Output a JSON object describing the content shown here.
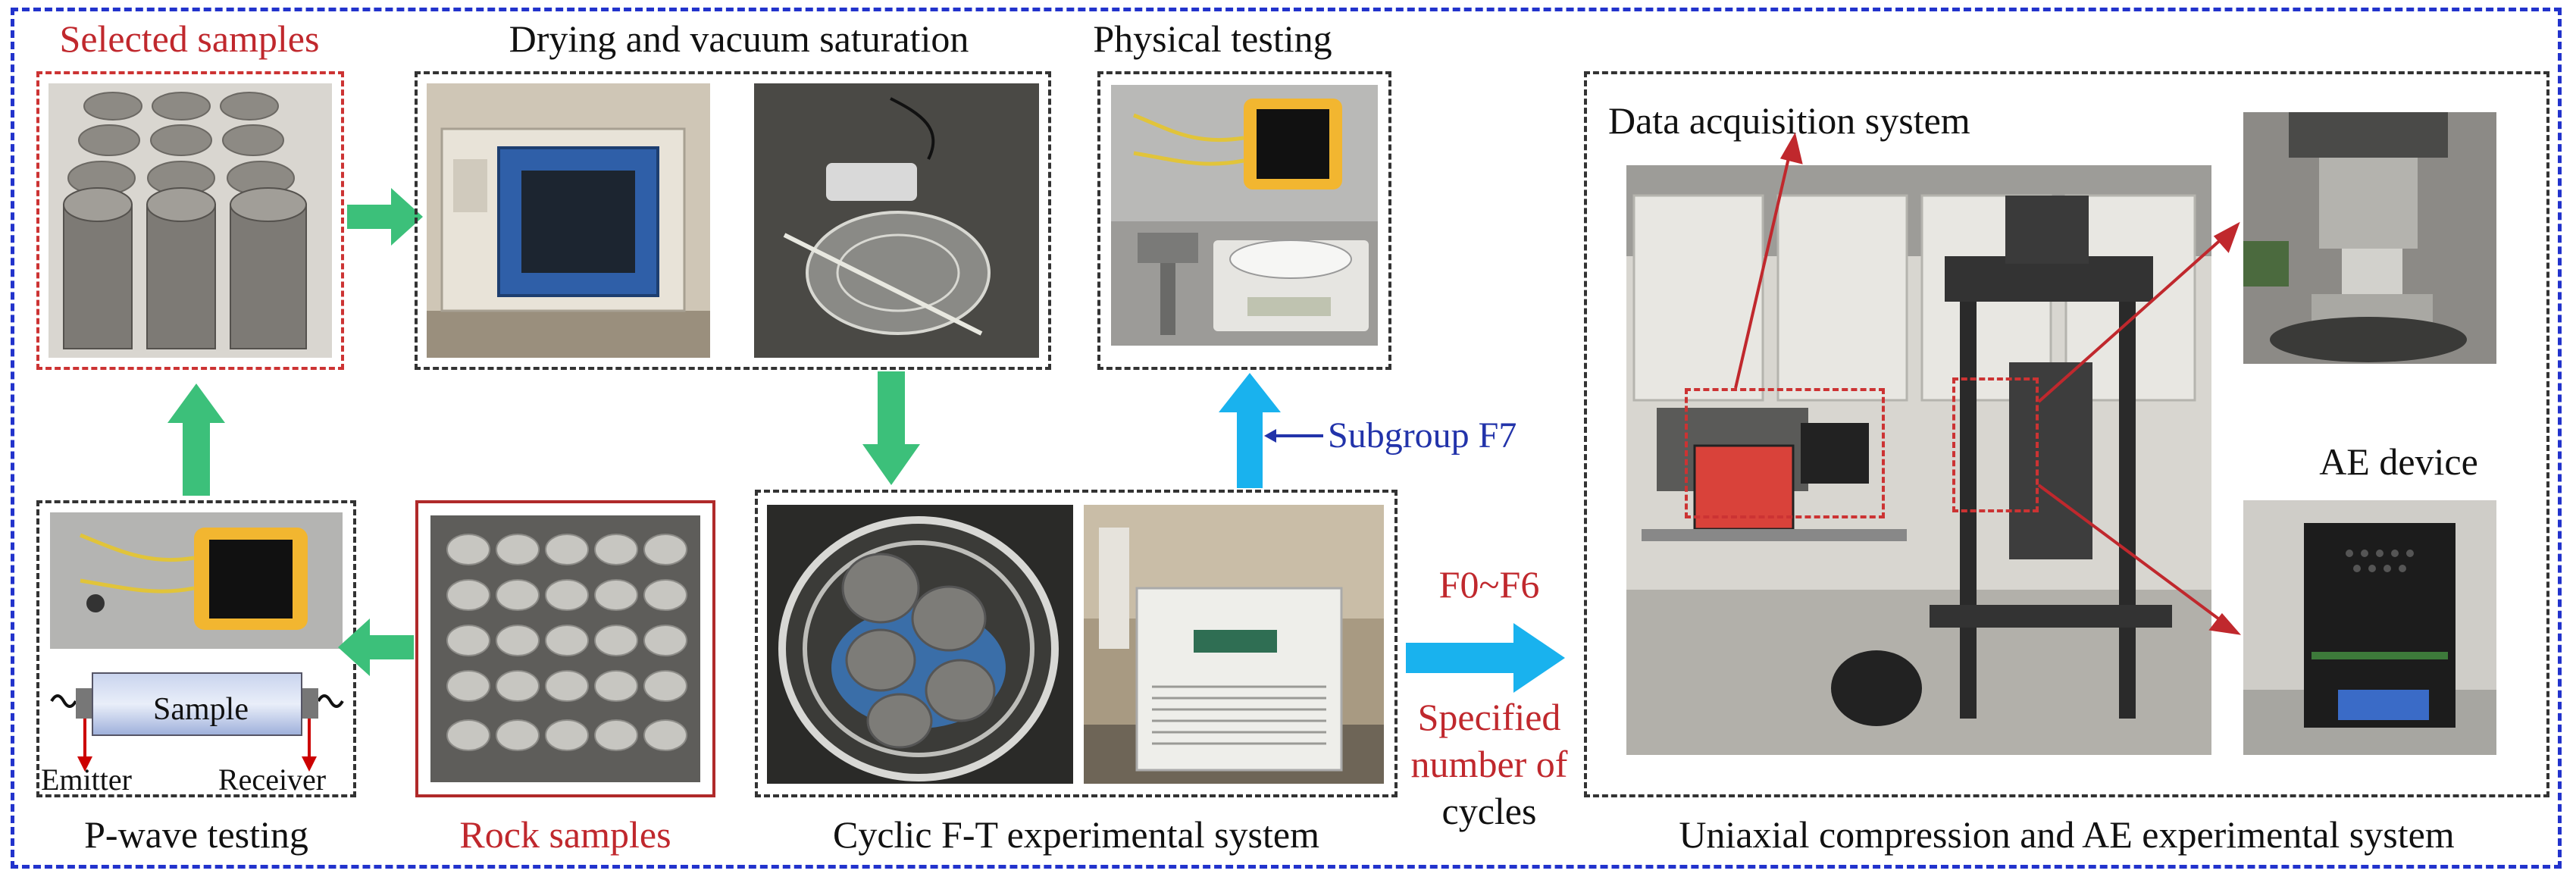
{
  "labels": {
    "selected_samples": "Selected samples",
    "drying_vacuum": "Drying and vacuum saturation",
    "physical_testing": "Physical testing",
    "data_acquisition": "Data acquisition system",
    "ae_device": "AE device",
    "subgroup": "Subgroup F7",
    "f_range": "F0~F6",
    "specified_line1": "Specified",
    "specified_line2": "number of",
    "specified_line3": "cycles",
    "pwave": "P-wave testing",
    "rock_samples": "Rock samples",
    "cyclic": "Cyclic F-T experimental system",
    "uniaxial": "Uniaxial compression and AE experimental system",
    "sample": "Sample",
    "emitter": "Emitter",
    "receiver": "Receiver"
  },
  "colors": {
    "outer_border": "#2233cc",
    "green_arrow": "#3cc07a",
    "blue_arrow": "#19b2ee",
    "red_text": "#c0282d",
    "subgroup_text": "#2233aa"
  },
  "icons": {
    "green_arrow": "arrow-icon",
    "blue_arrow": "arrow-icon",
    "red_pointer": "arrow-icon"
  }
}
